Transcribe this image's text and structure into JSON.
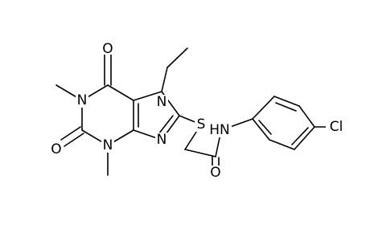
{
  "atoms": {
    "o_top": "O",
    "o_left": "O",
    "o_amide": "O",
    "n_ethyl": "N",
    "n_methyl_top": "N",
    "n_methyl_bottom": "N",
    "n_imidazole": "N",
    "sulfur": "S",
    "amide_nh": "HN",
    "chlorine": "Cl"
  }
}
